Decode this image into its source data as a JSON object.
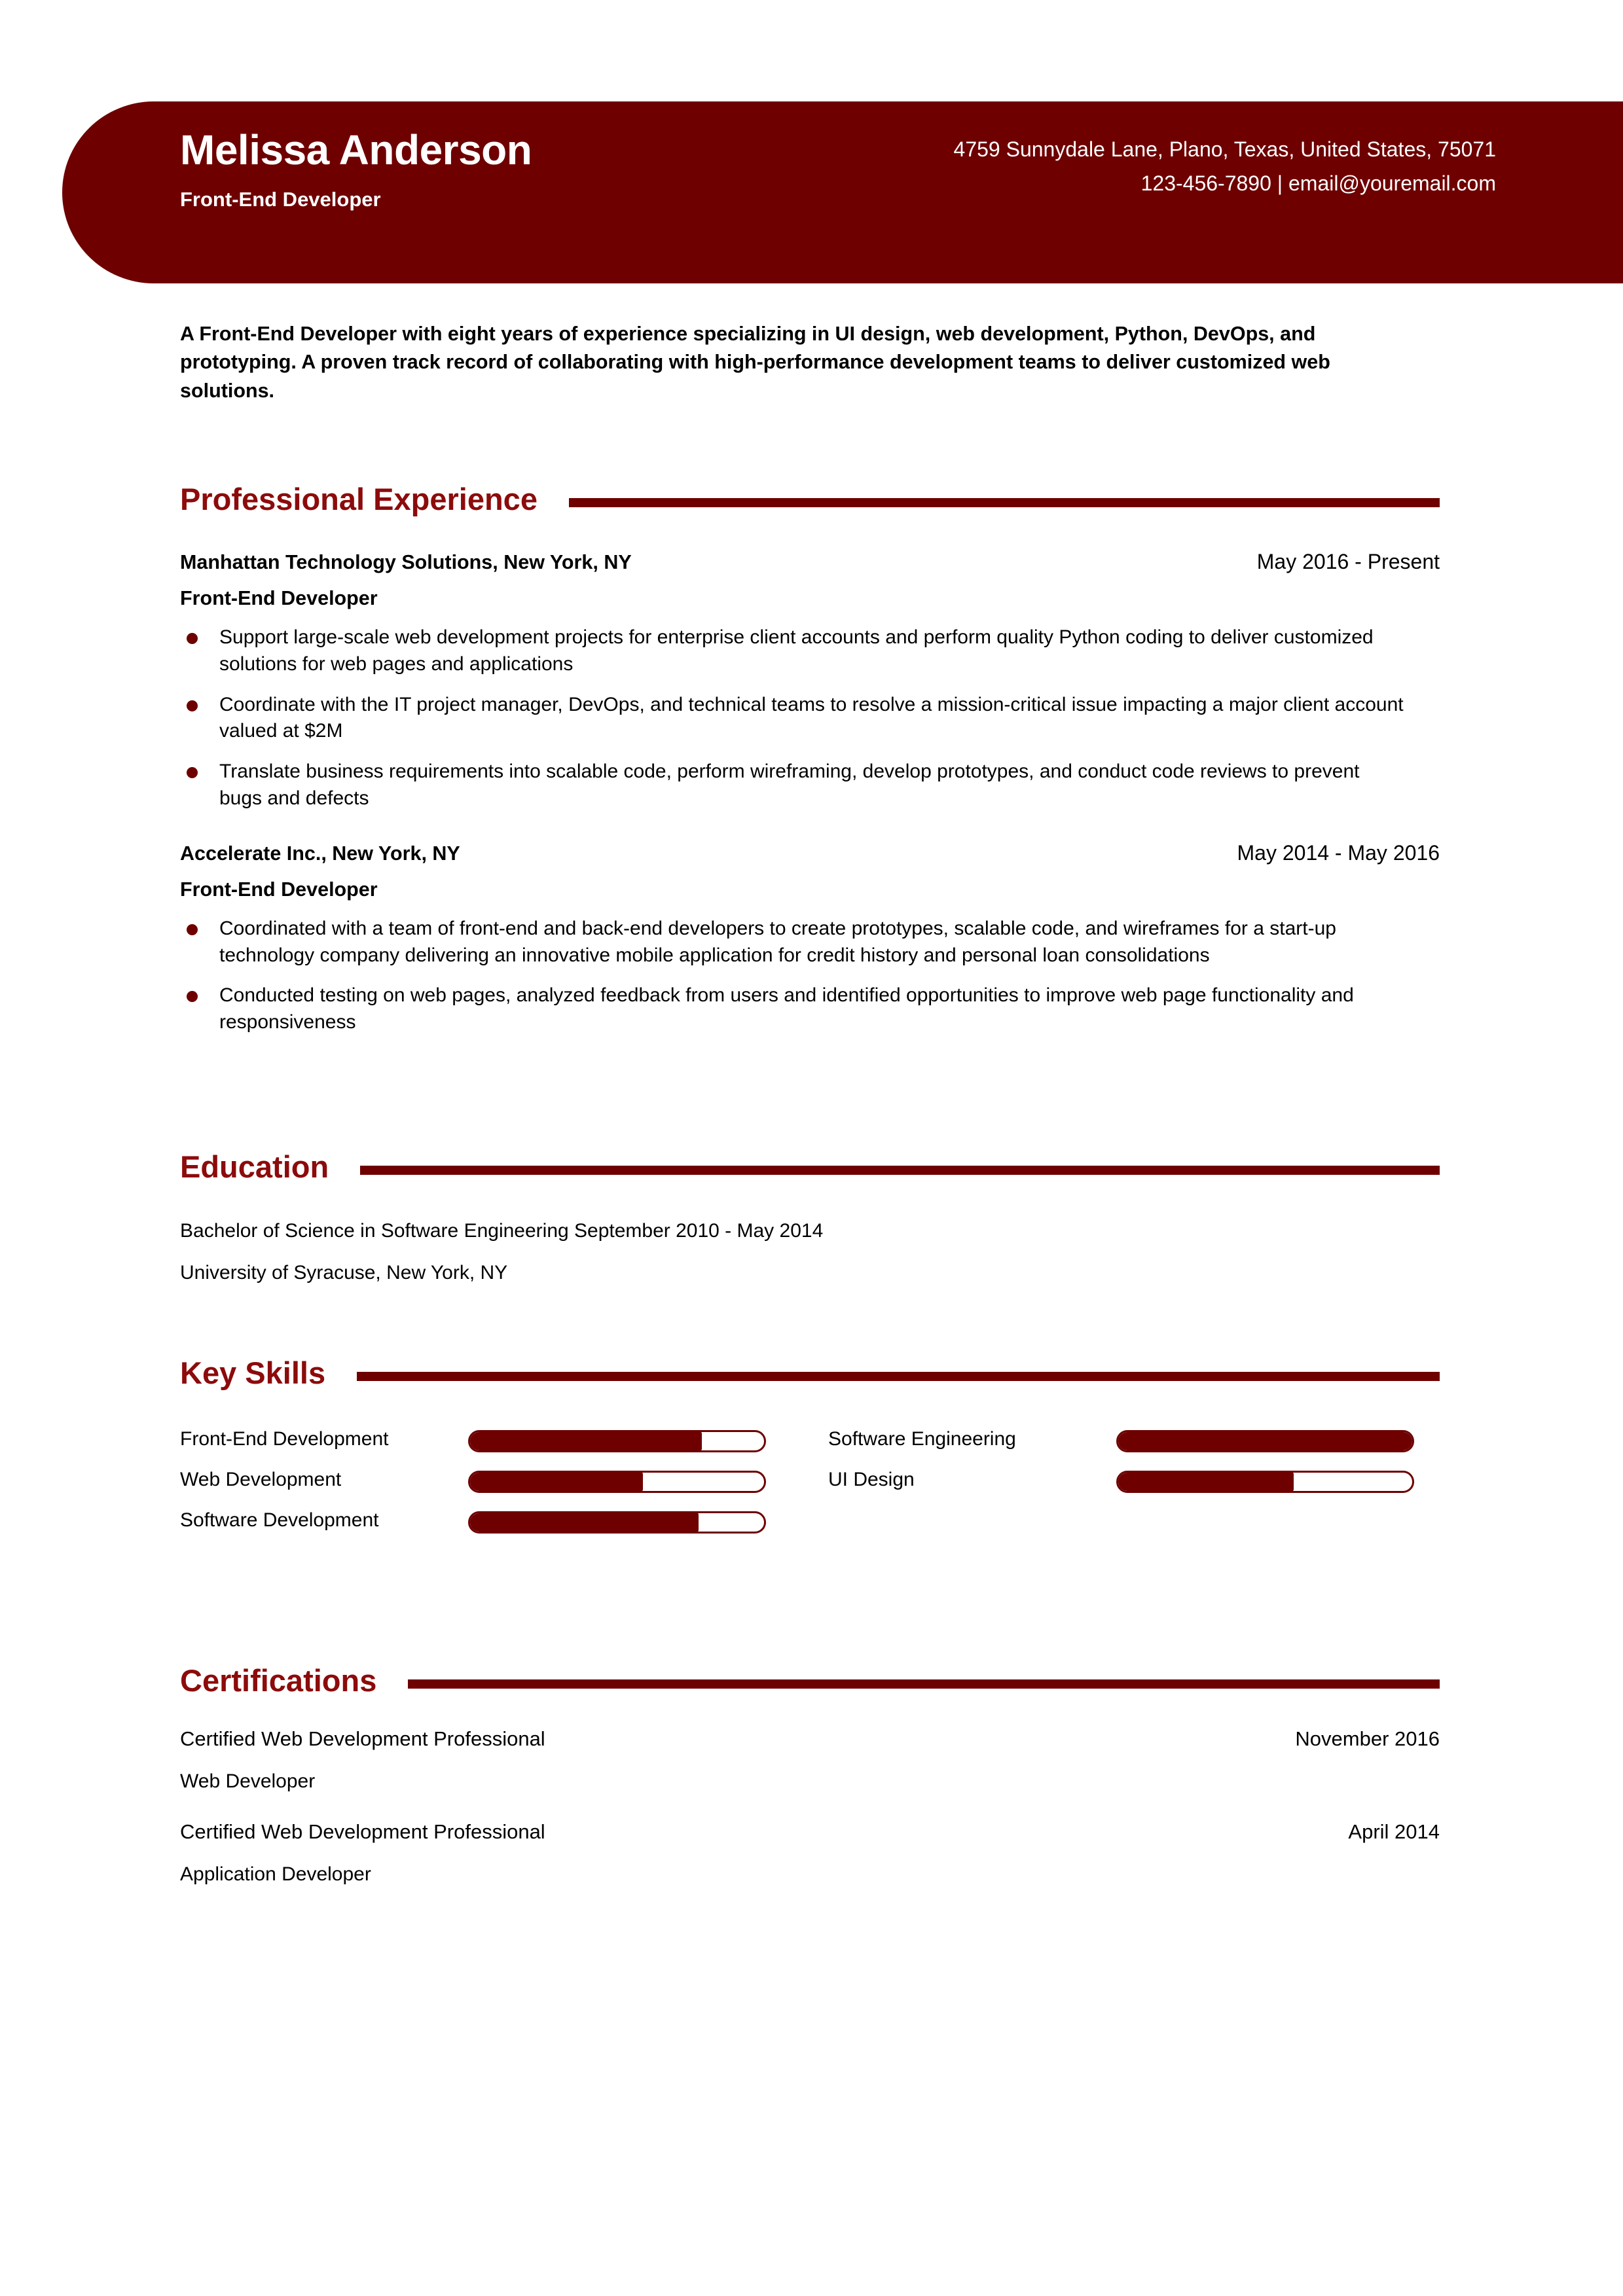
{
  "theme": {
    "primary": "#6E0000",
    "heading": "#8C0B0B",
    "text": "#000000",
    "banner_text": "#FFFFFF"
  },
  "header": {
    "full_name": "Melissa Anderson",
    "job_title": "Front-End Developer",
    "address": "4759 Sunnydale Lane, Plano, Texas, United States, 75071",
    "phone_email": "123-456-7890 |  email@youremail.com"
  },
  "summary": {
    "text": "A Front-End Developer with eight years of experience specializing in UI design, web development, Python, DevOps, and prototyping. A proven track record of collaborating with high-performance development teams to deliver customized web solutions."
  },
  "sections": {
    "experience": {
      "title": "Professional Experience"
    },
    "education": {
      "title": "Education"
    },
    "skills": {
      "title": "Key Skills"
    },
    "certifications": {
      "title": "Certifications"
    }
  },
  "experience": {
    "jobs": [
      {
        "company": "Manhattan Technology Solutions, New York, NY",
        "dates": "May 2016 - Present",
        "title": "Front-End Developer",
        "bullets": [
          "Support large-scale web development projects for enterprise client accounts and perform quality Python coding to deliver customized solutions for web pages and applications",
          "Coordinate with the IT project manager, DevOps, and technical teams to resolve a mission-critical issue impacting a major client account valued at $2M",
          "Translate business requirements into scalable code, perform wireframing, develop prototypes, and conduct code reviews to prevent bugs and defects"
        ]
      },
      {
        "company": "Accelerate Inc., New York, NY",
        "dates": "May 2014 - May 2016",
        "title": "Front-End Developer",
        "bullets": [
          "Coordinated with a team of front-end and back-end developers to create prototypes, scalable code, and wireframes for a start-up technology company delivering an innovative mobile application for credit history and personal loan consolidations",
          "Conducted testing on web pages, analyzed feedback from users and identified opportunities to improve web page functionality and responsiveness"
        ]
      }
    ]
  },
  "education": {
    "degree_line": "Bachelor of Science in Software Engineering  September 2010 - May 2014",
    "school_line": "University of Syracuse, New York, NY"
  },
  "skills": {
    "items": [
      {
        "label": "Front-End Development",
        "level": 79
      },
      {
        "label": "Software Engineering",
        "level": 100
      },
      {
        "label": "Web Development",
        "level": 59
      },
      {
        "label": "UI Design",
        "level": 60
      },
      {
        "label": "Software Development",
        "level": 78
      }
    ]
  },
  "certifications": {
    "items": [
      {
        "name": "Certified Web Development Professional",
        "date": "November 2016",
        "role": "Web Developer"
      },
      {
        "name": "Certified Web Development Professional",
        "date": "April 2014",
        "role": "Application Developer"
      }
    ]
  }
}
